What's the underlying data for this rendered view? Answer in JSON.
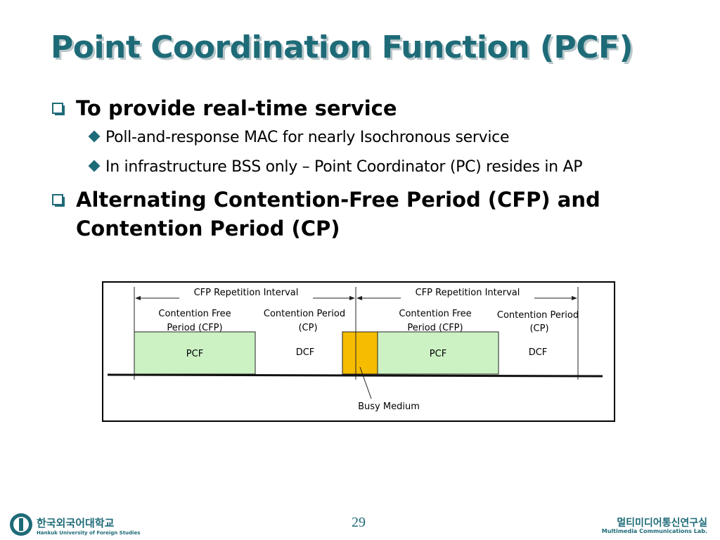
{
  "slide": {
    "title": "Point Coordination Function (PCF)",
    "bullets": [
      {
        "text": "To provide real-time service",
        "sub": [
          "Poll-and-response MAC for nearly Isochronous service",
          "In infrastructure BSS only – Point Coordinator (PC) resides in AP"
        ]
      },
      {
        "text": "Alternating Contention-Free Period (CFP) and Contention Period (CP)"
      }
    ],
    "page_number": "29"
  },
  "diagram": {
    "repetition_label": "CFP Repetition Interval",
    "cfp_label": [
      "Contention Free",
      "Period (CFP)"
    ],
    "cp_label": [
      "Contention Period",
      "(CP)"
    ],
    "pcf_label": "PCF",
    "dcf_label": "DCF",
    "busy_label": "Busy Medium",
    "colors": {
      "pcf": "#ccf2c4",
      "busy": "#f5bc00"
    }
  },
  "footer": {
    "university_ko": "한국외국어대학교",
    "university_en": "Hankuk University of Foreign Studies",
    "lab_ko": "멀티미디어통신연구실",
    "lab_en": "Multimedia Communications Lab."
  }
}
